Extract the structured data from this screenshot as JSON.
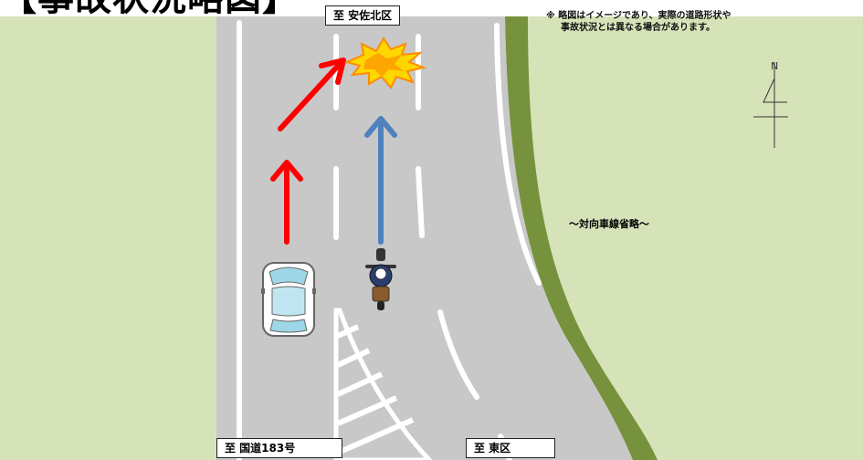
{
  "title": "【事故状況略図】",
  "labels": {
    "top_destination": "至 安佐北区",
    "bottom_left_destination": "至 国道183号",
    "bottom_right_destination": "至 東区",
    "opposite_lane_omitted": "～対向車線省略～"
  },
  "note": {
    "line1": "※ 略図はイメージであり、実際の道路形状や",
    "line2": "事故状況とは異なる場合があります。"
  },
  "compass": {
    "north_letter": "N"
  },
  "colors": {
    "grass": "#d6e3b8",
    "road": "#c8c8c8",
    "verge": "#76923c",
    "car_arrow": "#ff0000",
    "bike_arrow": "#4f81bd",
    "collision_fill": "#ffd700",
    "collision_stroke": "#ff8c00"
  }
}
